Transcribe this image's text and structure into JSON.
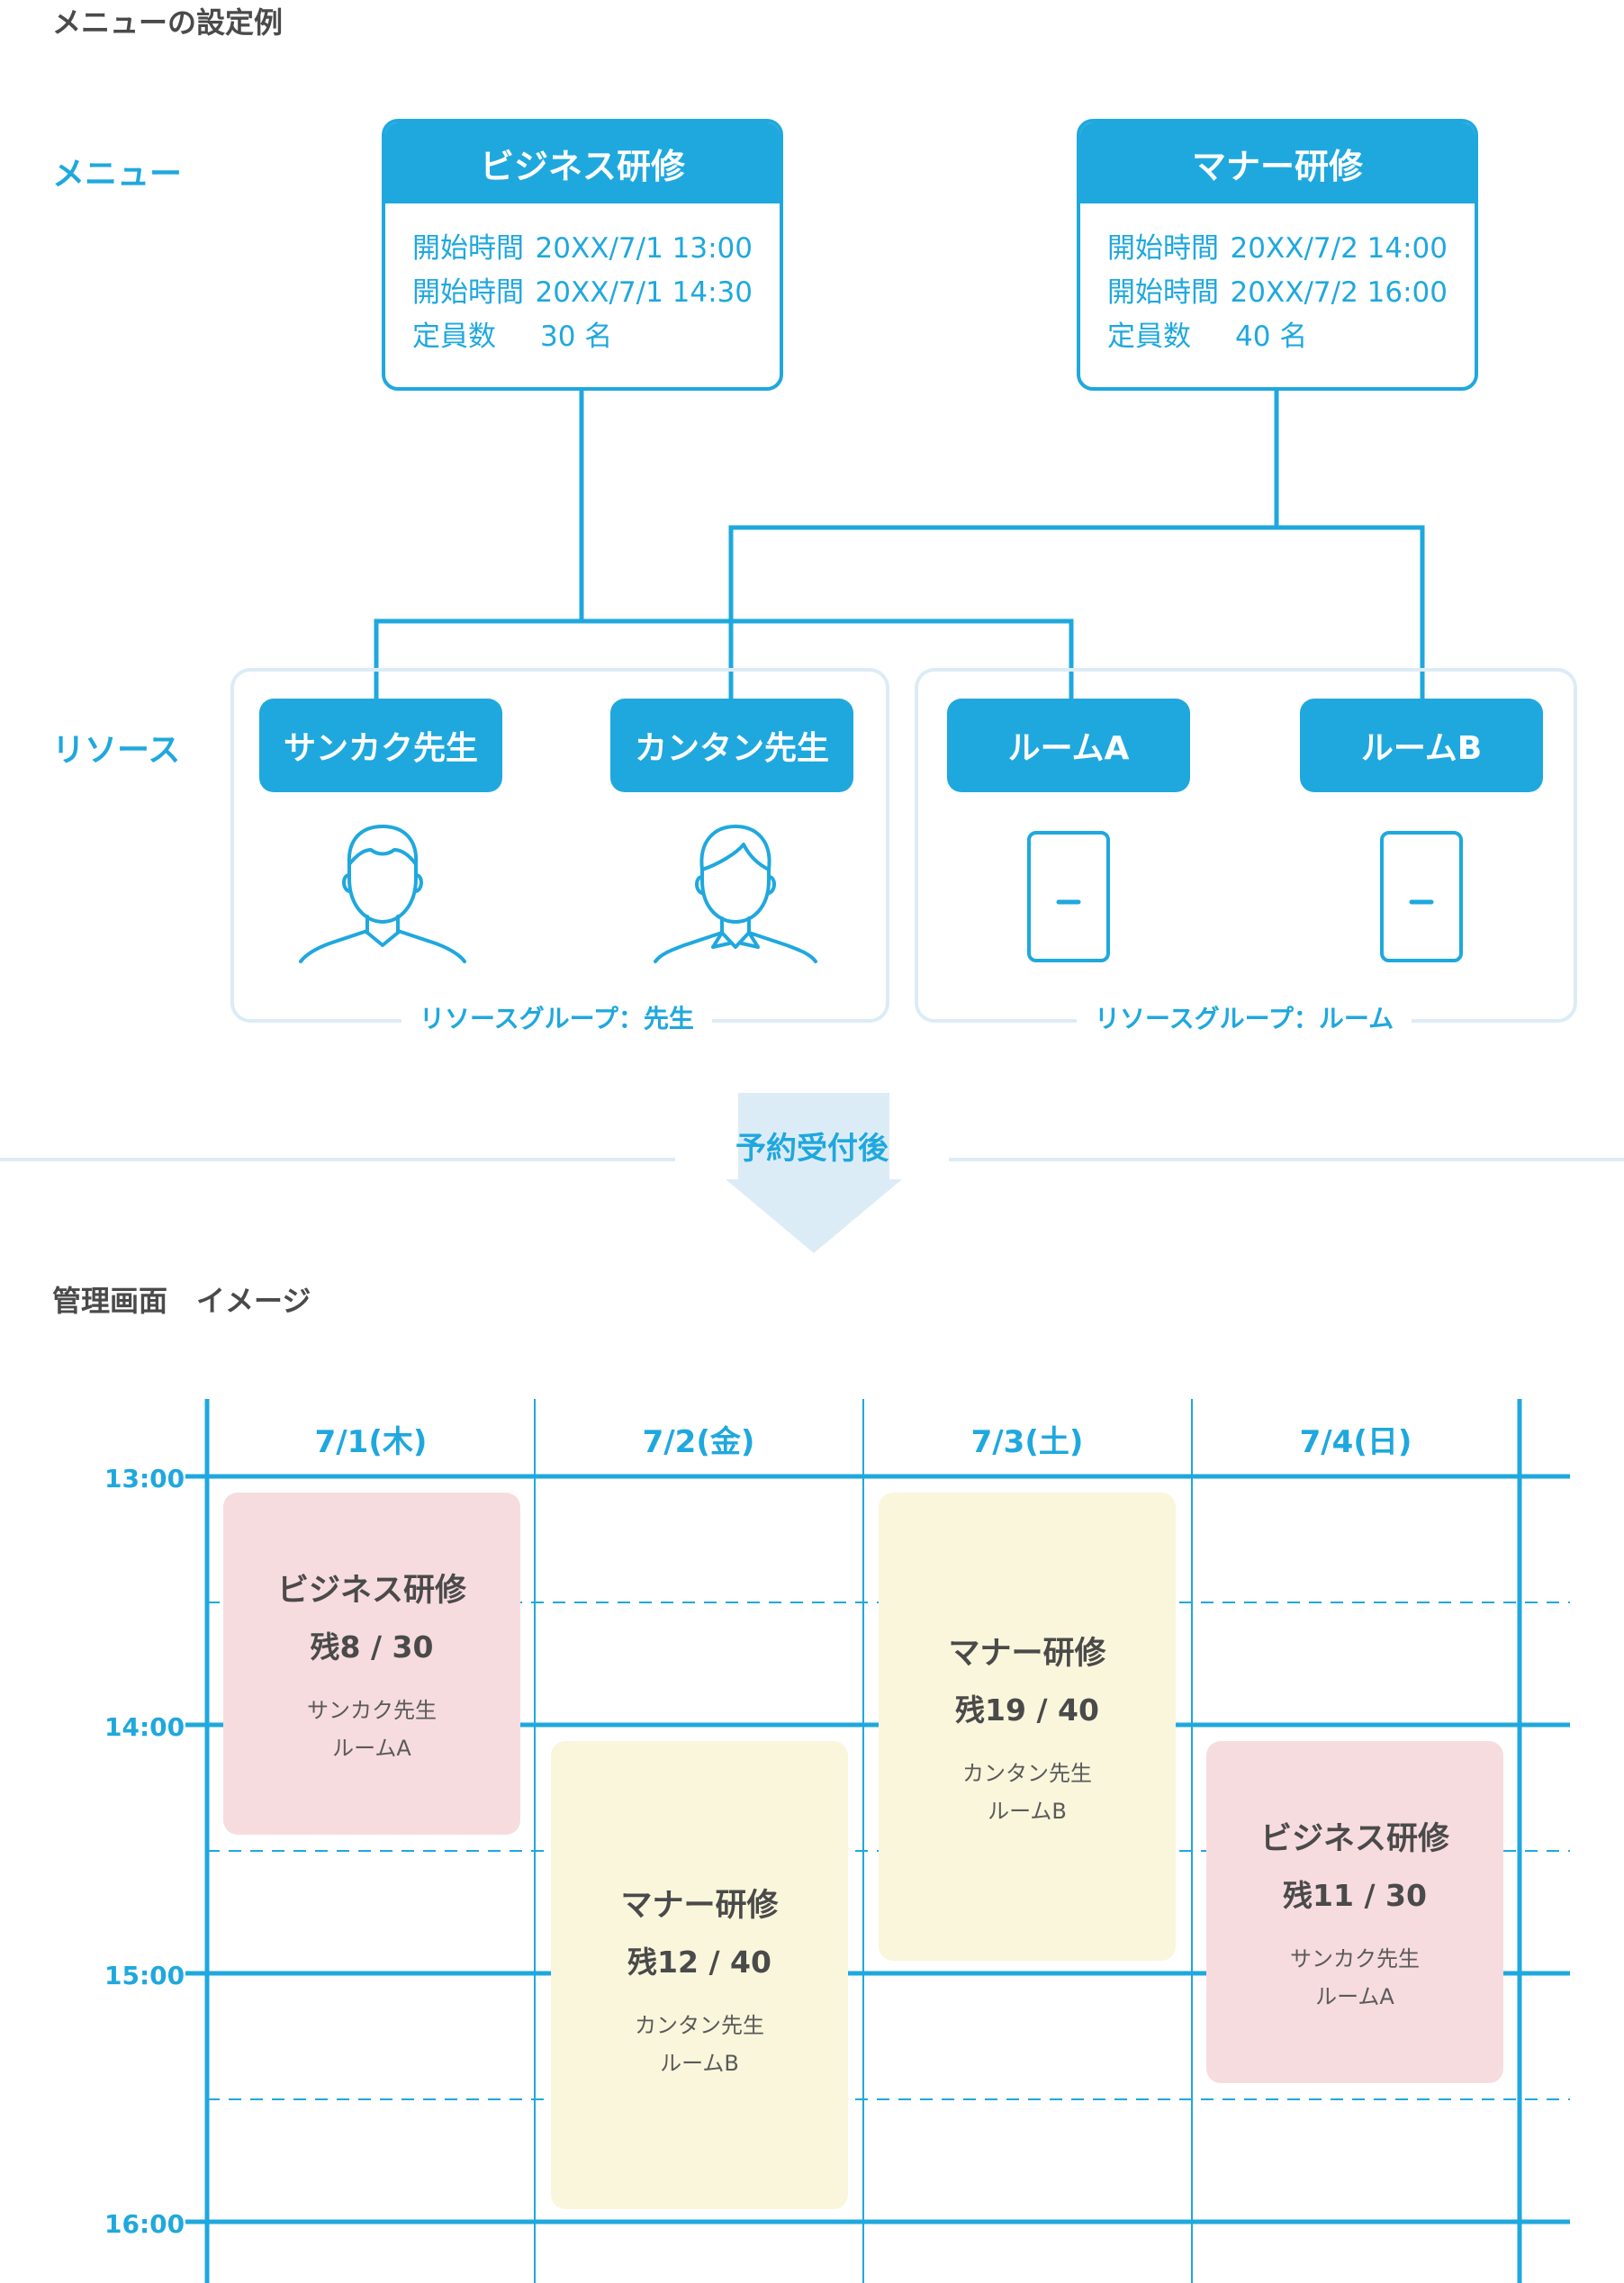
{
  "header": {
    "title": "メニューの設定例"
  },
  "labels": {
    "menu": "メニュー",
    "resource": "リソース"
  },
  "menus": [
    {
      "name": "ビジネス研修",
      "rows": [
        {
          "key": "開始時間",
          "value": "20XX/7/1 13:00"
        },
        {
          "key": "開始時間",
          "value": "20XX/7/1 14:30"
        },
        {
          "key": "定員数",
          "value": "30 名"
        }
      ]
    },
    {
      "name": "マナー研修",
      "rows": [
        {
          "key": "開始時間",
          "value": "20XX/7/2 14:00"
        },
        {
          "key": "開始時間",
          "value": "20XX/7/2 16:00"
        },
        {
          "key": "定員数",
          "value": "40 名"
        }
      ]
    }
  ],
  "resources": [
    {
      "name": "サンカク先生",
      "icon": "person-short-hair-icon"
    },
    {
      "name": "カンタン先生",
      "icon": "person-collar-icon"
    },
    {
      "name": "ルームA",
      "icon": "door-icon"
    },
    {
      "name": "ルームB",
      "icon": "door-icon"
    }
  ],
  "groups": [
    {
      "label": "リソースグループ：先生"
    },
    {
      "label": "リソースグループ：ルーム"
    }
  ],
  "transition": {
    "label": "予約受付後"
  },
  "admin": {
    "title": "管理画面　イメージ"
  },
  "calendar": {
    "dates": [
      "7/1(木)",
      "7/2(金)",
      "7/3(土)",
      "7/4(日)"
    ],
    "times": [
      "13:00",
      "14:00",
      "15:00",
      "16:00"
    ],
    "events": [
      {
        "title": "ビジネス研修",
        "remaining": "残8 / 30",
        "res1": "サンカク先生",
        "res2": "ルームA",
        "color": "#f7dcdf"
      },
      {
        "title": "マナー研修",
        "remaining": "残12 / 40",
        "res1": "カンタン先生",
        "res2": "ルームB",
        "color": "#faf6dc"
      },
      {
        "title": "マナー研修",
        "remaining": "残19 / 40",
        "res1": "カンタン先生",
        "res2": "ルームB",
        "color": "#faf6dc"
      },
      {
        "title": "ビジネス研修",
        "remaining": "残11 / 30",
        "res1": "サンカク先生",
        "res2": "ルームA",
        "color": "#f7dcdf"
      }
    ]
  },
  "colors": {
    "accent": "#1fa8de",
    "pale": "#dcecf6",
    "pink": "#f7dcdf",
    "yellow": "#faf6dc"
  }
}
